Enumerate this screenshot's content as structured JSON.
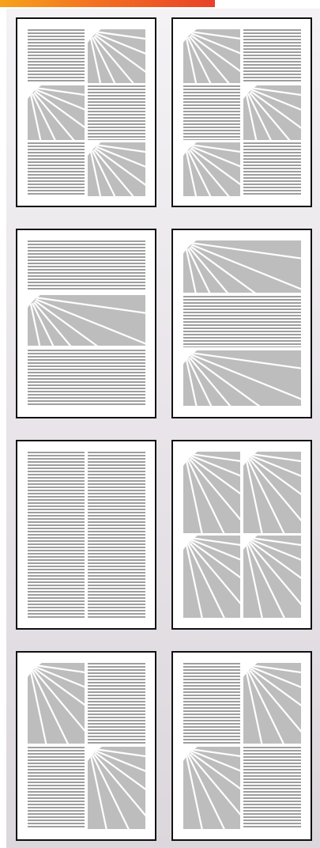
{
  "colors": {
    "accent_start": "#f7a21b",
    "accent_mid": "#f37021",
    "accent_end": "#e8412a",
    "text_line": "#9e9e9e",
    "image_fill": "#bdbdbd",
    "thumbnail_border": "#111111"
  },
  "layouts": [
    {
      "id": "layout-1-alternating-grid",
      "cells": [
        "text",
        "image",
        "image",
        "text",
        "text",
        "image"
      ]
    },
    {
      "id": "layout-2-alternating-grid-mirrored",
      "cells": [
        "image",
        "text",
        "text",
        "image",
        "image",
        "text"
      ]
    },
    {
      "id": "layout-3-text-image-text",
      "cells": [
        "text",
        "image",
        "text"
      ]
    },
    {
      "id": "layout-4-image-text-image",
      "cells": [
        "image",
        "text",
        "image"
      ]
    },
    {
      "id": "layout-5-two-text-columns",
      "cells": [
        "text",
        "text"
      ]
    },
    {
      "id": "layout-6-four-images",
      "cells": [
        "image",
        "image",
        "image",
        "image"
      ]
    },
    {
      "id": "layout-7-image-text-text-image",
      "cells": [
        "image",
        "text",
        "text",
        "image"
      ]
    },
    {
      "id": "layout-8-text-image-image-text",
      "cells": [
        "text",
        "image",
        "image",
        "text"
      ]
    }
  ],
  "icons": {
    "cell_image": "sunburst-image-placeholder-icon",
    "cell_text": "text-lines-placeholder"
  }
}
